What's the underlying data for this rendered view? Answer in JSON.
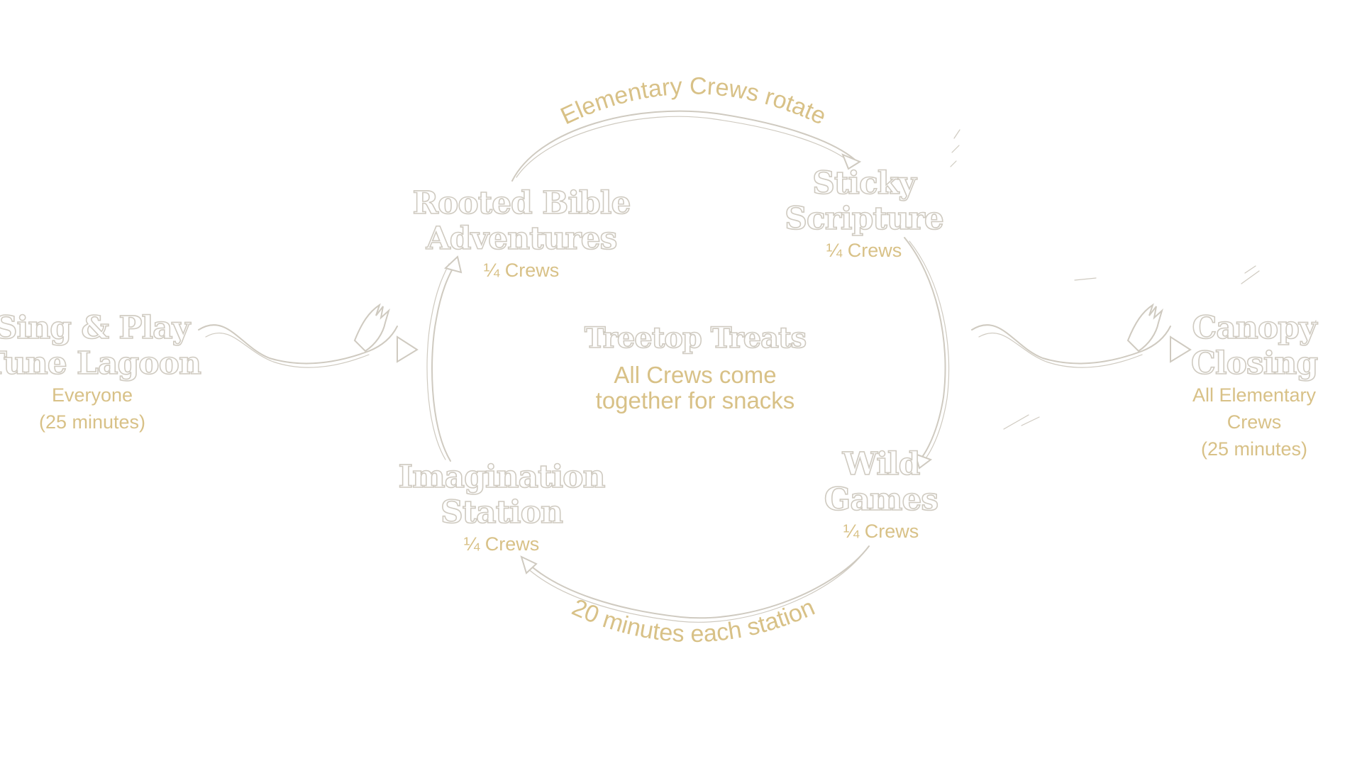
{
  "colors": {
    "accent_gold": "#d8c187",
    "outline_gray": "#cfcac0",
    "background": "#ffffff"
  },
  "arc_labels": {
    "top": "Elementary Crews rotate",
    "bottom": "20 minutes each station"
  },
  "opening": {
    "name": "Sing & Play\nTune Lagoon",
    "sub": "Everyone\n(25 minutes)"
  },
  "closing": {
    "name": "Canopy\nClosing",
    "sub": "All Elementary Crews\n(25 minutes)"
  },
  "center": {
    "name": "Treetop Treats",
    "sub": "All Crews come\ntogether for snacks"
  },
  "stations": {
    "bible": {
      "name": "Rooted Bible\nAdventures",
      "sub": "¼ Crews"
    },
    "scripture": {
      "name": "Sticky\nScripture",
      "sub": "¼ Crews"
    },
    "games": {
      "name": "Wild\nGames",
      "sub": "¼ Crews"
    },
    "imagination": {
      "name": "Imagination\nStation",
      "sub": "¼ Crews"
    }
  },
  "icons": {
    "left_flow": "bird-swoosh-arrow-icon",
    "right_flow": "bird-swoosh-arrow-icon",
    "rotation_arrows": "vine-arrow-icon"
  }
}
